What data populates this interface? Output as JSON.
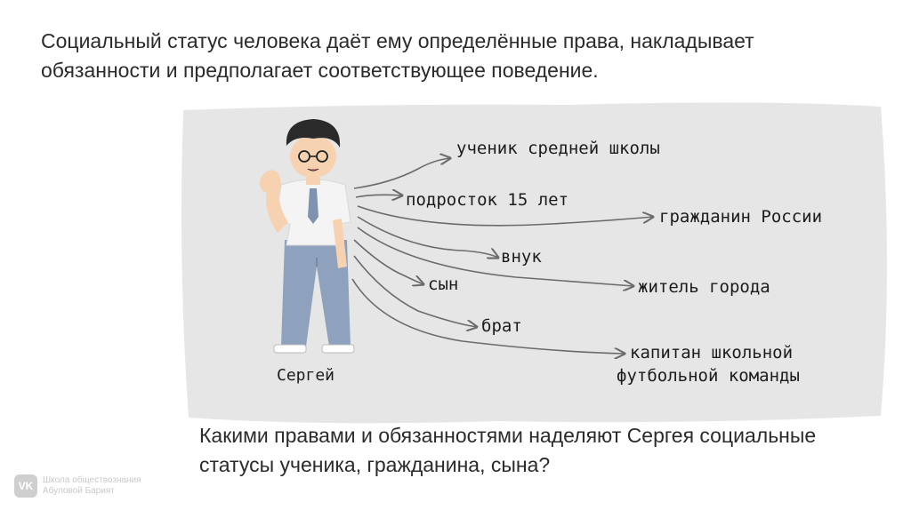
{
  "intro": {
    "line1": "Социальный статус человека даёт ему определённые права, накладывает",
    "line2": "обязанности и предполагает соответствующее поведение."
  },
  "diagram": {
    "person_name": "Сергей",
    "statuses": [
      {
        "id": "student",
        "label": "ученик средней школы"
      },
      {
        "id": "teen",
        "label": "подросток 15 лет"
      },
      {
        "id": "citizen",
        "label": "гражданин России"
      },
      {
        "id": "grandson",
        "label": "внук"
      },
      {
        "id": "resident",
        "label": "житель города"
      },
      {
        "id": "son",
        "label": "сын"
      },
      {
        "id": "brother",
        "label": "брат"
      },
      {
        "id": "captain1",
        "label": "капитан школьной"
      },
      {
        "id": "captain2",
        "label": "футбольной команды"
      }
    ],
    "colors": {
      "board": "#e6e6e6",
      "arrow": "#6b6b6b",
      "shirt": "#f4f4f4",
      "pants": "#8ea2bd",
      "skin": "#f7d2b0",
      "hair": "#2a2a2a",
      "tie": "#7f93b0"
    }
  },
  "question": {
    "line1": "Какими правами и обязанностями наделяют Сергея социальные",
    "line2": "статусы ученика, гражданина, сына?"
  },
  "watermark": {
    "logo": "VK",
    "line1": "Школа обществознания",
    "line2": "Абуловой Барият"
  }
}
